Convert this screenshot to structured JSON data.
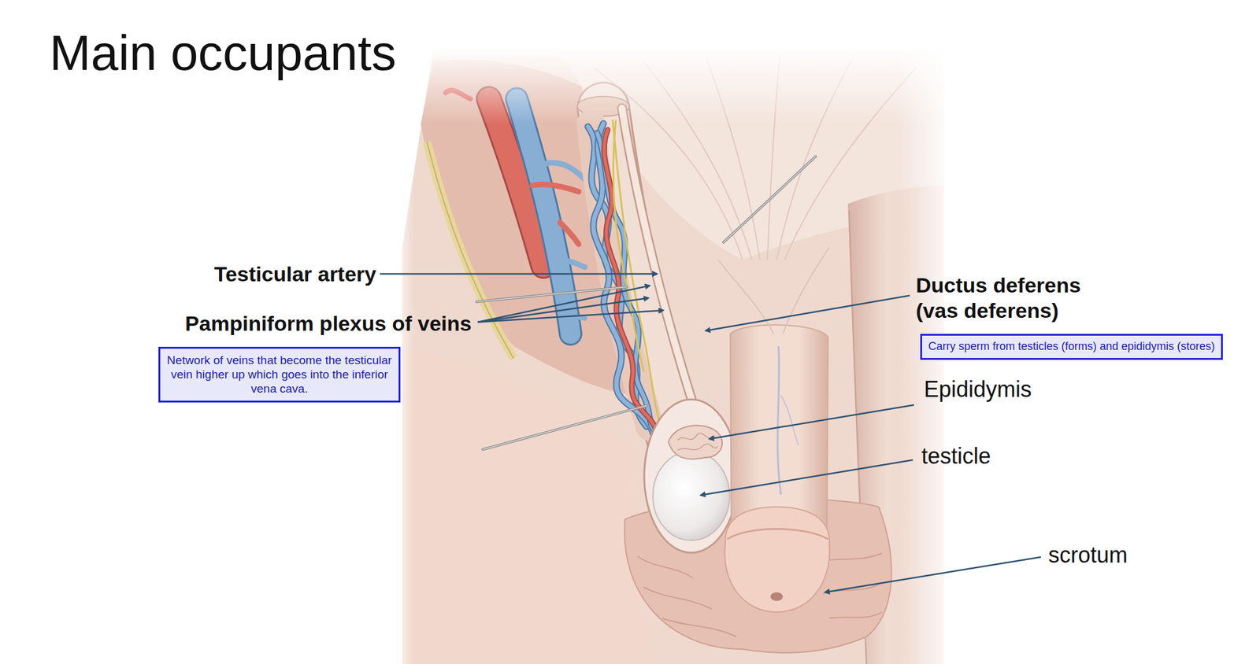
{
  "diagram": {
    "title": "Main occupants",
    "nodes": [
      {
        "text": [
          "Network of veins that become the testicular vein higher up which goes into the inferior vena cava."
        ]
      },
      {
        "text": [
          "Carry sperm from testicles (forms) and epididymis (stores)"
        ]
      }
    ],
    "labels": [
      "Testicular artery",
      "Pampiniform plexus of veins",
      "Ductus deferens (vas deferens)",
      "Epididymis",
      "testicle",
      "scrotum"
    ]
  }
}
